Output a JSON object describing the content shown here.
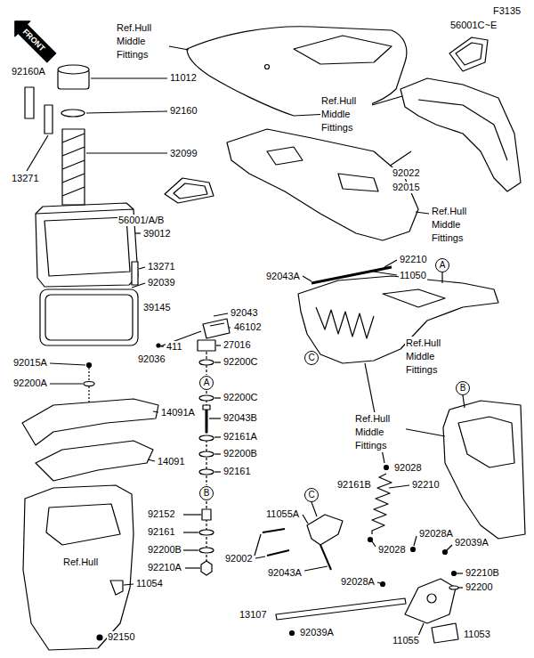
{
  "diagram": {
    "nodes": [
      {
        "text": [
          "A"
        ]
      },
      {
        "text": [
          "C"
        ]
      },
      {
        "text": [
          "A"
        ]
      },
      {
        "text": [
          "B"
        ]
      },
      {
        "text": [
          "B"
        ]
      },
      {
        "text": [
          "C"
        ]
      }
    ],
    "labels": [
      "F3135",
      "FRONT",
      "Ref.Hull Middle Fittings",
      "56001C~E",
      "92160A",
      "11012",
      "92160",
      "13271",
      "32099",
      "56001/A/B",
      "Ref.Hull Middle Fittings",
      "92022",
      "92015",
      "39012",
      "Ref.Hull Middle Fittings",
      "92210",
      "13271",
      "92039",
      "92043A",
      "11050",
      "39145",
      "92043",
      "46102",
      "Ref.Hull Middle Fittings",
      "92036",
      "411",
      "27016",
      "92200C",
      "92015A",
      "92200A",
      "92200C",
      "14091A",
      "92043B",
      "Ref.Hull Middle Fittings",
      "92161A",
      "92200B",
      "14091",
      "92161",
      "92028",
      "92161B",
      "92210",
      "92152",
      "11055A",
      "Ref.Hull",
      "92161",
      "92200B",
      "92210A",
      "92002",
      "92043A",
      "92028",
      "92028A",
      "92039A",
      "92210B",
      "92200",
      "92028A",
      "11054",
      "13107",
      "92039A",
      "92150",
      "11055",
      "11053"
    ]
  }
}
